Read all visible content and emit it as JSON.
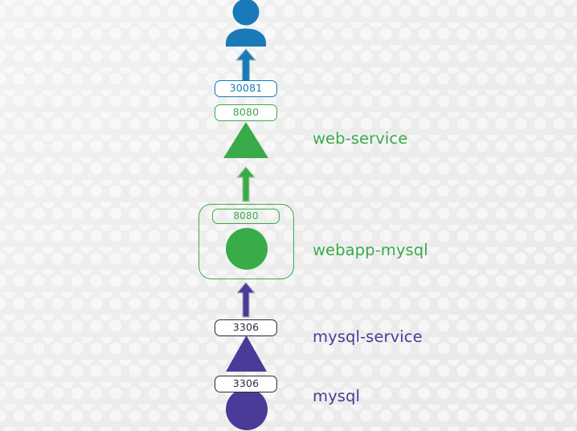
{
  "diagram": {
    "title": "kubernetes-service-topology",
    "background_color": "#eeeeee",
    "colors": {
      "blue": "#1a7ab8",
      "green": "#3aab49",
      "purple": "#4b3a98",
      "dark": "#2b2b3d"
    },
    "actor": {
      "icon": "person-icon",
      "color": "#1a7ab8"
    },
    "nodes": [
      {
        "id": "web-service",
        "label": "web-service",
        "shape": "triangle",
        "color": "#3aab49",
        "ports": [
          "30081",
          "8080"
        ]
      },
      {
        "id": "webapp-mysql",
        "label": "webapp-mysql",
        "shape": "circle",
        "color": "#3aab49",
        "ports": [
          "8080"
        ],
        "grouped": true
      },
      {
        "id": "mysql-service",
        "label": "mysql-service",
        "shape": "triangle",
        "color": "#4b3a98",
        "ports": [
          "3306"
        ]
      },
      {
        "id": "mysql",
        "label": "mysql",
        "shape": "circle",
        "color": "#4b3a98",
        "ports": [
          "3306"
        ]
      }
    ],
    "ports": {
      "nodeport_external": "30081",
      "web_service_target": "8080",
      "webapp_container": "8080",
      "mysql_service_port": "3306",
      "mysql_container": "3306"
    },
    "labels": {
      "web_service": "web-service",
      "webapp_mysql": "webapp-mysql",
      "mysql_service": "mysql-service",
      "mysql": "mysql"
    },
    "edges": [
      {
        "from": "web-service",
        "to": "user",
        "color": "#1a7ab8"
      },
      {
        "from": "webapp-mysql",
        "to": "web-service",
        "color": "#3aab49"
      },
      {
        "from": "mysql-service",
        "to": "webapp-mysql",
        "color": "#4b3a98"
      },
      {
        "from": "mysql",
        "to": "mysql-service",
        "color": "#4b3a98"
      }
    ]
  }
}
